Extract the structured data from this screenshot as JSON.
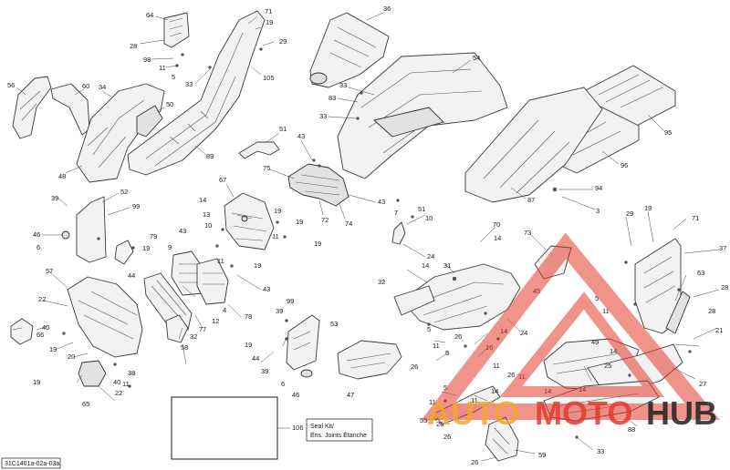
{
  "diagram": {
    "reference_code": "31C1401a-02a-03a",
    "seal_kit_callout": "106",
    "seal_kit_label_line1": "Seal Kit/",
    "seal_kit_label_line2": "Ens. Joints Étanche"
  },
  "watermark": {
    "word_left": "AUTO",
    "word_mid": "MOTO",
    "word_right": "HUB",
    "color_orange": "#f0a830",
    "color_red": "#e23b2e",
    "color_dark": "#222222"
  },
  "callouts": [
    {
      "id": "c64",
      "text": "64"
    },
    {
      "id": "c28a",
      "text": "28"
    },
    {
      "id": "c98",
      "text": "98"
    },
    {
      "id": "c11a",
      "text": "11"
    },
    {
      "id": "c5a",
      "text": "5"
    },
    {
      "id": "c71a",
      "text": "71"
    },
    {
      "id": "c19a",
      "text": "19"
    },
    {
      "id": "c29a",
      "text": "29"
    },
    {
      "id": "c33a",
      "text": "33"
    },
    {
      "id": "c105",
      "text": "105"
    },
    {
      "id": "c36",
      "text": "36"
    },
    {
      "id": "c56",
      "text": "56"
    },
    {
      "id": "c60",
      "text": "60"
    },
    {
      "id": "c34",
      "text": "34"
    },
    {
      "id": "c50",
      "text": "50"
    },
    {
      "id": "c48",
      "text": "48"
    },
    {
      "id": "c89",
      "text": "89"
    },
    {
      "id": "c54",
      "text": "54"
    },
    {
      "id": "c83",
      "text": "83"
    },
    {
      "id": "c33b",
      "text": "33"
    },
    {
      "id": "c33c",
      "text": "33"
    },
    {
      "id": "c95",
      "text": "95"
    },
    {
      "id": "c51a",
      "text": "51"
    },
    {
      "id": "c43a",
      "text": "43"
    },
    {
      "id": "c75",
      "text": "75"
    },
    {
      "id": "c72",
      "text": "72"
    },
    {
      "id": "c74",
      "text": "74"
    },
    {
      "id": "c96",
      "text": "96"
    },
    {
      "id": "c87",
      "text": "87"
    },
    {
      "id": "c94",
      "text": "94"
    },
    {
      "id": "c3a",
      "text": "3"
    },
    {
      "id": "c39a",
      "text": "39"
    },
    {
      "id": "c52",
      "text": "52"
    },
    {
      "id": "c99a",
      "text": "99"
    },
    {
      "id": "c46a",
      "text": "46"
    },
    {
      "id": "c6a",
      "text": "6"
    },
    {
      "id": "c67",
      "text": "67"
    },
    {
      "id": "c14a",
      "text": "14"
    },
    {
      "id": "c13",
      "text": "13"
    },
    {
      "id": "c10a",
      "text": "10"
    },
    {
      "id": "c19b",
      "text": "19"
    },
    {
      "id": "c19c",
      "text": "19"
    },
    {
      "id": "c11b",
      "text": "11"
    },
    {
      "id": "c19d",
      "text": "19"
    },
    {
      "id": "c43b",
      "text": "43"
    },
    {
      "id": "c51b",
      "text": "51"
    },
    {
      "id": "c10b",
      "text": "10"
    },
    {
      "id": "c7",
      "text": "7"
    },
    {
      "id": "c24a",
      "text": "24"
    },
    {
      "id": "c70",
      "text": "70"
    },
    {
      "id": "c14b",
      "text": "14"
    },
    {
      "id": "c29b",
      "text": "29"
    },
    {
      "id": "c19e",
      "text": "19"
    },
    {
      "id": "c71b",
      "text": "71"
    },
    {
      "id": "c73",
      "text": "73"
    },
    {
      "id": "c37",
      "text": "37"
    },
    {
      "id": "c19f",
      "text": "19"
    },
    {
      "id": "c44a",
      "text": "44"
    },
    {
      "id": "c43c",
      "text": "43"
    },
    {
      "id": "c79",
      "text": "79"
    },
    {
      "id": "c9",
      "text": "9"
    },
    {
      "id": "c11c",
      "text": "11"
    },
    {
      "id": "c19g",
      "text": "19"
    },
    {
      "id": "c43d",
      "text": "43"
    },
    {
      "id": "c57",
      "text": "57"
    },
    {
      "id": "c22a",
      "text": "22"
    },
    {
      "id": "c12",
      "text": "12"
    },
    {
      "id": "c77",
      "text": "77"
    },
    {
      "id": "c4a",
      "text": "4"
    },
    {
      "id": "c78",
      "text": "78"
    },
    {
      "id": "c32a",
      "text": "32"
    },
    {
      "id": "c14c",
      "text": "14"
    },
    {
      "id": "c31",
      "text": "31"
    },
    {
      "id": "c45",
      "text": "45"
    },
    {
      "id": "c24b",
      "text": "24"
    },
    {
      "id": "c5b",
      "text": "5"
    },
    {
      "id": "c11d",
      "text": "11"
    },
    {
      "id": "c63",
      "text": "63"
    },
    {
      "id": "c28b",
      "text": "28"
    },
    {
      "id": "c28c",
      "text": "28"
    },
    {
      "id": "c21",
      "text": "21"
    },
    {
      "id": "c40a",
      "text": "40"
    },
    {
      "id": "c66",
      "text": "66"
    },
    {
      "id": "c19h",
      "text": "19"
    },
    {
      "id": "c20",
      "text": "20"
    },
    {
      "id": "c58",
      "text": "58"
    },
    {
      "id": "c32b",
      "text": "32"
    },
    {
      "id": "c99b",
      "text": "99"
    },
    {
      "id": "c39b",
      "text": "39"
    },
    {
      "id": "c53",
      "text": "53"
    },
    {
      "id": "c19i",
      "text": "19"
    },
    {
      "id": "c44b",
      "text": "44"
    },
    {
      "id": "c39c",
      "text": "39"
    },
    {
      "id": "c5c",
      "text": "5"
    },
    {
      "id": "c14d",
      "text": "14"
    },
    {
      "id": "c11e",
      "text": "11"
    },
    {
      "id": "c5d",
      "text": "5"
    },
    {
      "id": "c16",
      "text": "16"
    },
    {
      "id": "c26a",
      "text": "26"
    },
    {
      "id": "c11f",
      "text": "11"
    },
    {
      "id": "c26b",
      "text": "26"
    },
    {
      "id": "c11g",
      "text": "11"
    },
    {
      "id": "c49",
      "text": "49"
    },
    {
      "id": "c14e",
      "text": "14"
    },
    {
      "id": "c14f",
      "text": "14"
    },
    {
      "id": "c25",
      "text": "25"
    },
    {
      "id": "c27",
      "text": "27"
    },
    {
      "id": "c19j",
      "text": "19"
    },
    {
      "id": "c38",
      "text": "38"
    },
    {
      "id": "c11h",
      "text": "11"
    },
    {
      "id": "c22b",
      "text": "22"
    },
    {
      "id": "c40b",
      "text": "40"
    },
    {
      "id": "c65",
      "text": "65"
    },
    {
      "id": "c6b",
      "text": "6"
    },
    {
      "id": "c46b",
      "text": "46"
    },
    {
      "id": "c47",
      "text": "47"
    },
    {
      "id": "c26c",
      "text": "26"
    },
    {
      "id": "c14g",
      "text": "14"
    },
    {
      "id": "c5e",
      "text": "5"
    },
    {
      "id": "c11i",
      "text": "11"
    },
    {
      "id": "c55",
      "text": "55"
    },
    {
      "id": "c26d",
      "text": "26"
    },
    {
      "id": "c11j",
      "text": "11"
    },
    {
      "id": "c26e",
      "text": "26"
    },
    {
      "id": "c88",
      "text": "88"
    },
    {
      "id": "c33d",
      "text": "33"
    },
    {
      "id": "c59",
      "text": "59"
    },
    {
      "id": "c26f",
      "text": "26"
    },
    {
      "id": "c14h",
      "text": "14"
    }
  ]
}
